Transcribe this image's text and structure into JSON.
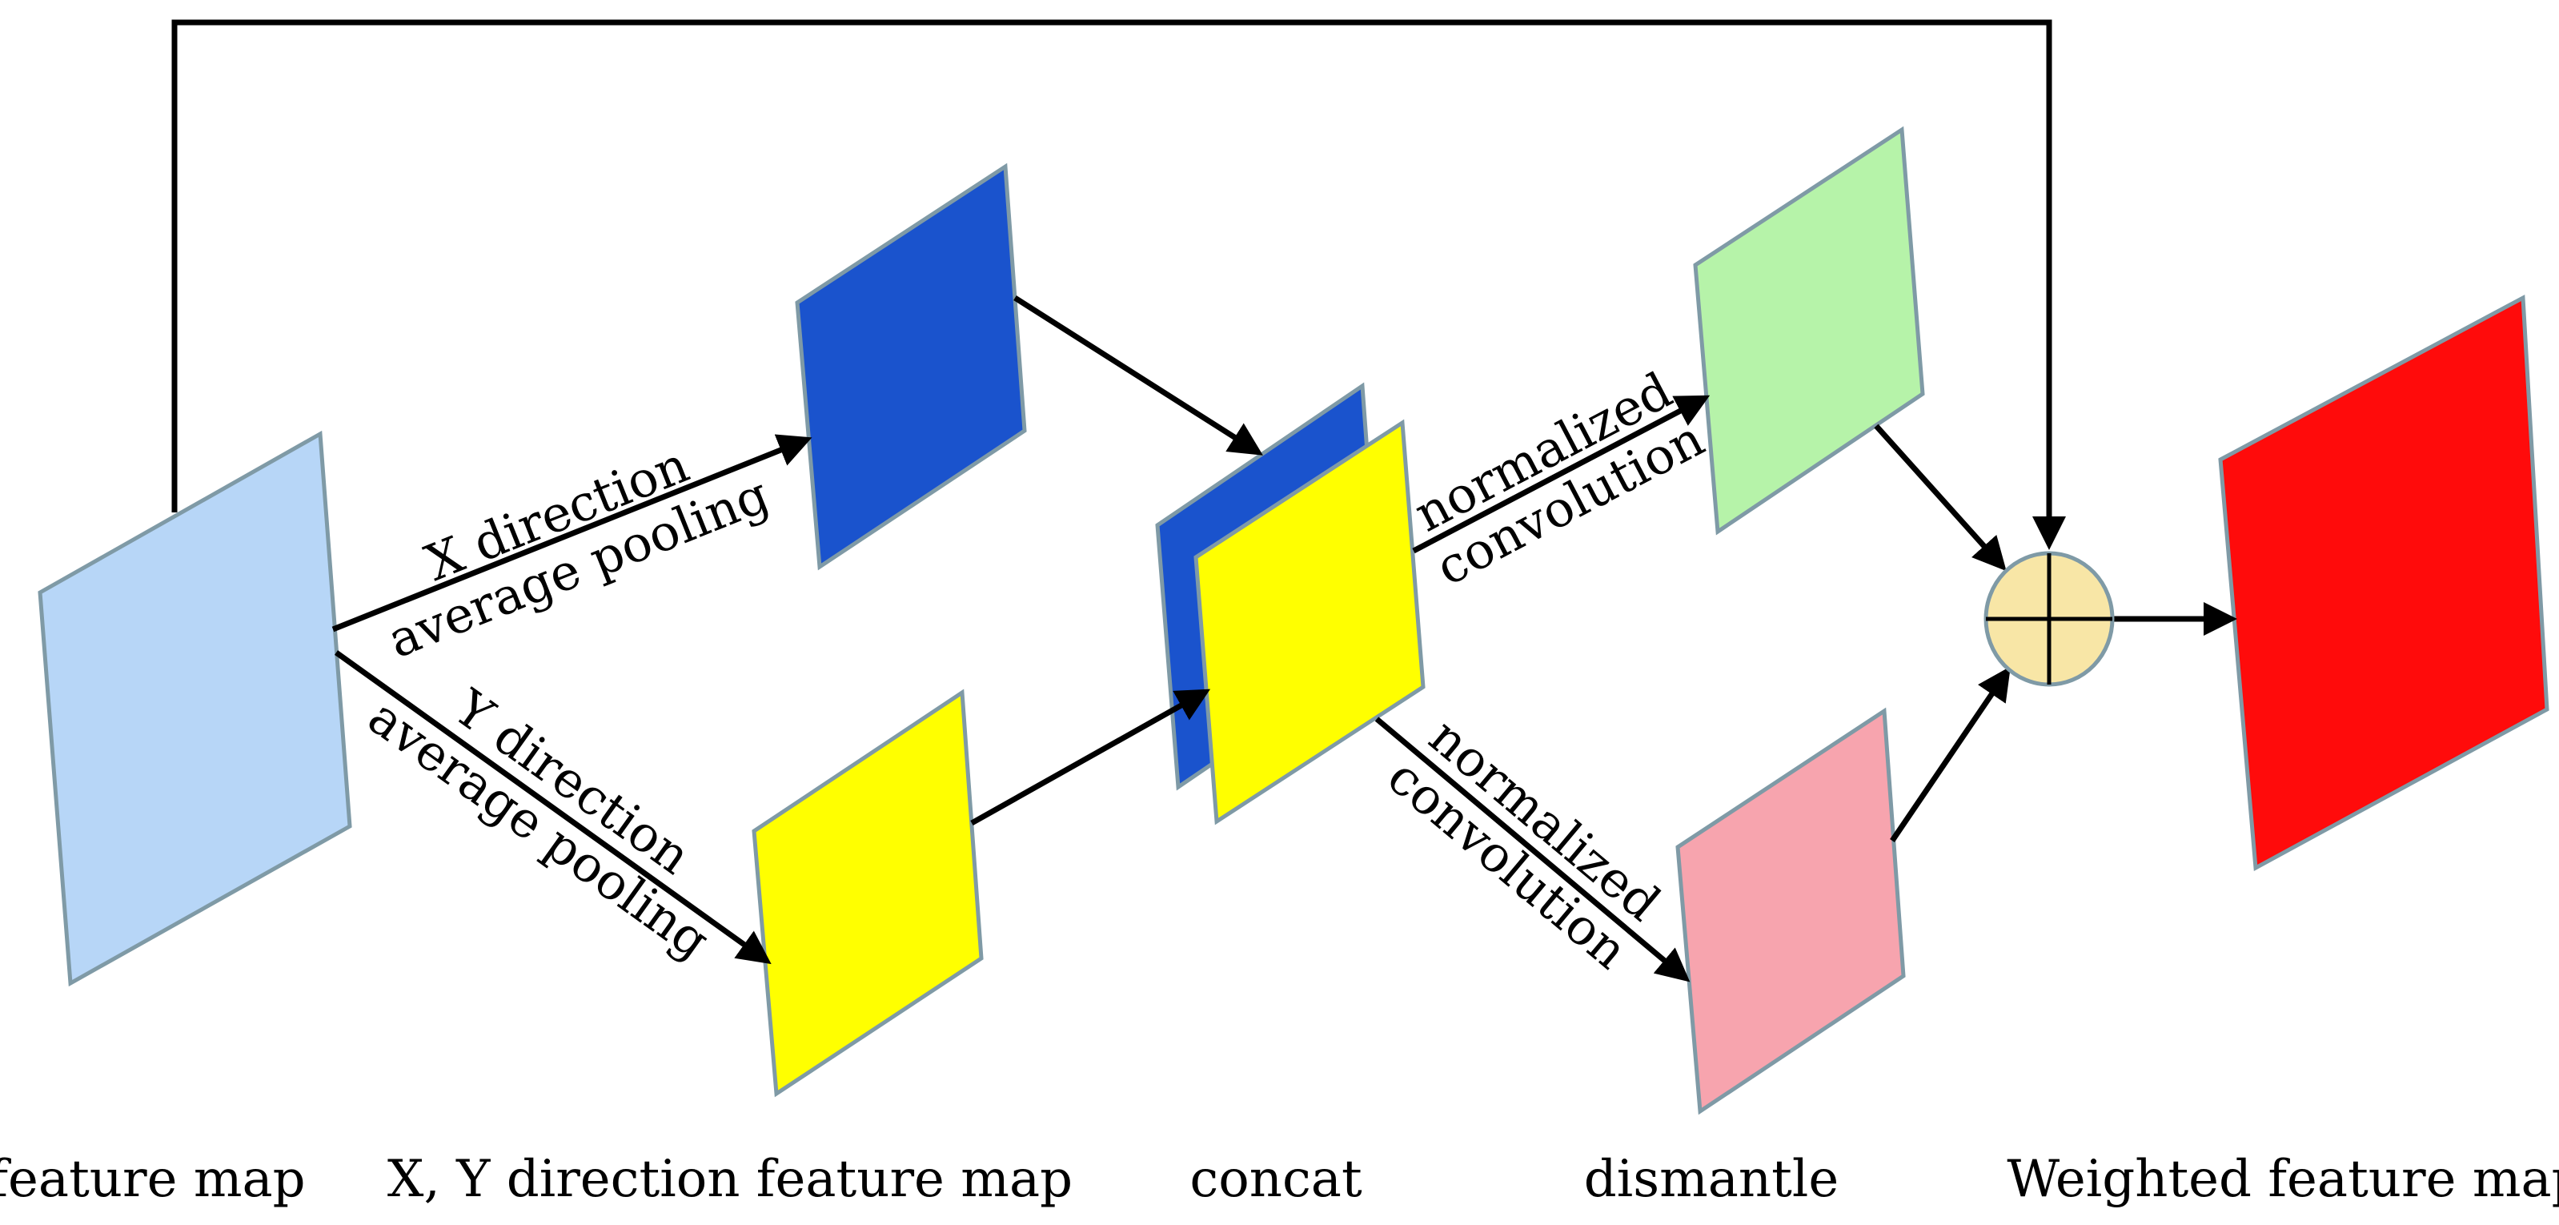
{
  "colors": {
    "feature_map": "#b7d6f7",
    "x_direction_map": "#1a53cd",
    "y_direction_map": "#ffff00",
    "concat_back": "#1a53cd",
    "concat_front": "#ffff00",
    "dismantle_top": "#b6f3a9",
    "dismantle_bottom": "#f7a4ae",
    "weighted_map": "#ff0b0b",
    "add_node": "#f8e6a6",
    "map_border": "#7f9aa6",
    "edges": "#000000"
  },
  "icons": {
    "add_node": "circled-plus-icon"
  },
  "edges": {
    "x_pool_line1": "X direction",
    "x_pool_line2": "average pooling",
    "y_pool_line1": "Y direction",
    "y_pool_line2": "average pooling",
    "conv_top_line1": "normalized",
    "conv_top_line2": "convolution",
    "conv_bottom_line1": "normalized",
    "conv_bottom_line2": "convolution"
  },
  "stages": {
    "feature_map": "feature map",
    "xy_direction": "X, Y direction feature map",
    "concat": "concat",
    "dismantle": "dismantle",
    "weighted": "Weighted feature map"
  }
}
